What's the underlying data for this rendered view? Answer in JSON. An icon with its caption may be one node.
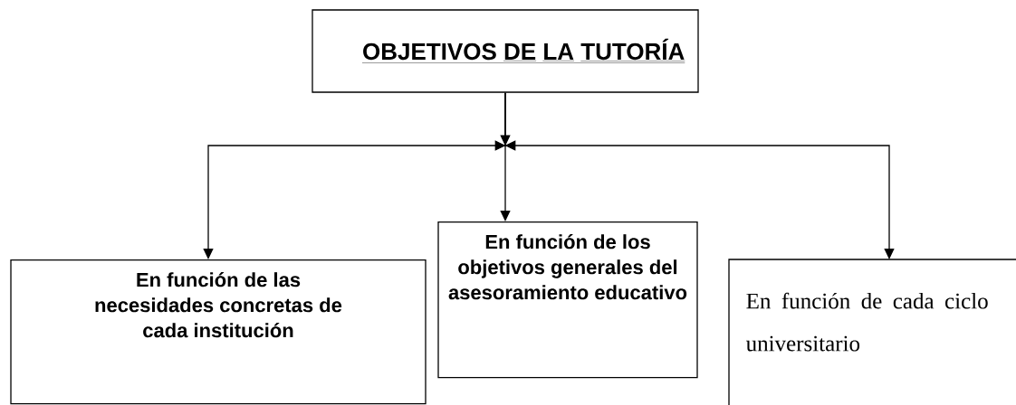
{
  "diagram": {
    "nodes": [
      {
        "text": [
          "OBJETIVOS DE LA TUTORÍA"
        ]
      },
      {
        "text": [
          "En función de las necesidades concretas de cada institución"
        ]
      },
      {
        "text": [
          "En función de los objetivos generales del asesoramiento educativo"
        ]
      },
      {
        "text": [
          "En función de cada ciclo universitario"
        ]
      }
    ],
    "edges": [
      {
        "from": 0,
        "to": 1,
        "arrow": "to"
      },
      {
        "from": 0,
        "to": 2,
        "arrow": "to"
      },
      {
        "from": 0,
        "to": 3,
        "arrow": "to"
      }
    ]
  }
}
